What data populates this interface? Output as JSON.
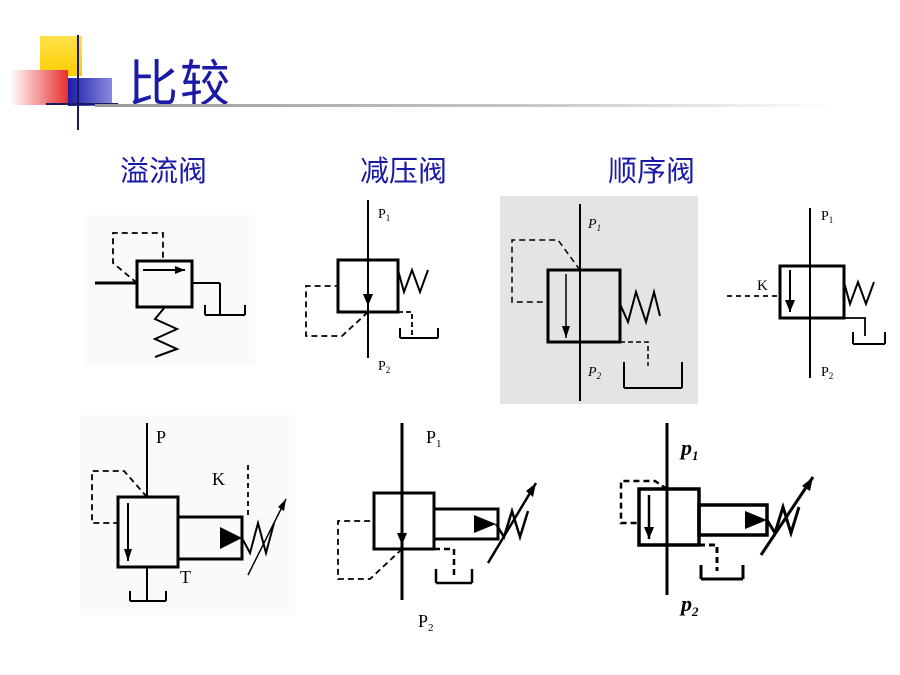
{
  "slide": {
    "title": "比较",
    "headers": {
      "relief": "溢流阀",
      "reducing": "减压阀",
      "sequence": "顺序阀"
    }
  },
  "labels": {
    "p1": "P",
    "p1_sub": "1",
    "p2": "P",
    "p2_sub": "2",
    "p": "P",
    "t": "T",
    "k": "K",
    "p_italic": "p",
    "sub1": "1",
    "sub2": "2"
  },
  "colors": {
    "title": "#1a1aa6",
    "accent_yellow": "#ffd200",
    "accent_red": "#e8302e",
    "accent_blue": "#2a2ab8",
    "scan_bg": "#e4e4e4"
  }
}
